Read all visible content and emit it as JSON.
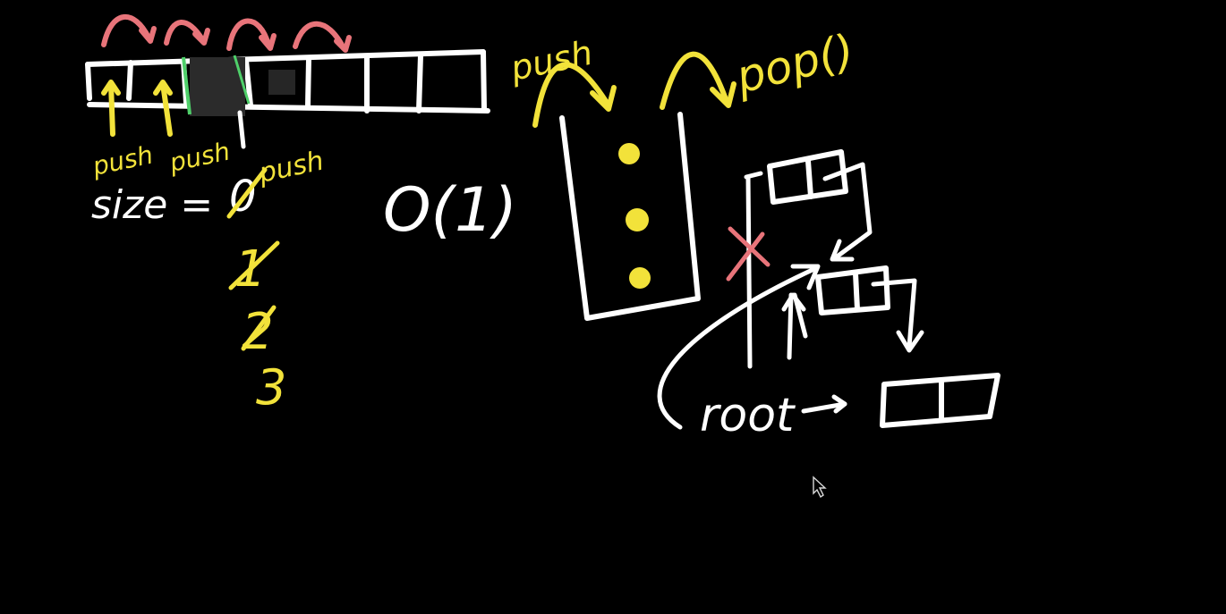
{
  "colors": {
    "background": "#000000",
    "chalk": "#ffffff",
    "yellow": "#f2e23a",
    "red": "#e8747a",
    "green": "#4fd06a",
    "smudge": "#2b2b2b"
  },
  "array_section": {
    "push_labels": [
      "push",
      "push",
      "push"
    ],
    "size_label": "size =",
    "size_values": [
      "0",
      "1",
      "2",
      "3"
    ],
    "current_size": "3",
    "complexity": "O(1)"
  },
  "stack_section": {
    "push_label": "push",
    "pop_label": "pop()"
  },
  "linked_list_section": {
    "root_label": "root"
  },
  "icons": {
    "cursor": "pointer-arrow-icon"
  }
}
